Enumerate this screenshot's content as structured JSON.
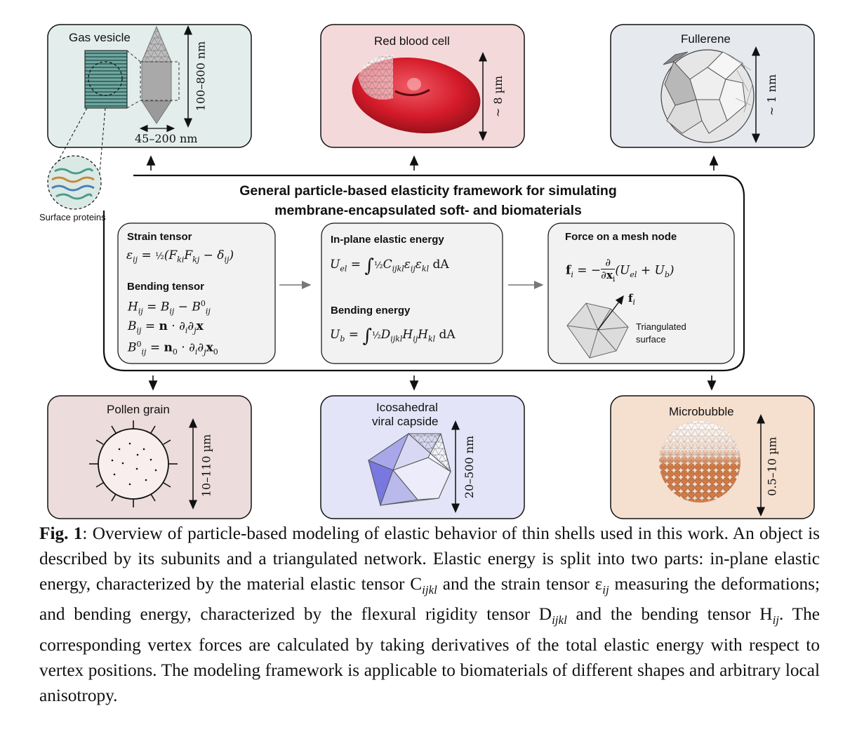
{
  "figure": {
    "center_title_line1": "General particle-based elasticity framework for simulating",
    "center_title_line2": "membrane-encapsulated soft- and biomaterials",
    "panels": {
      "gas_vesicle": {
        "title": "Gas vesicle",
        "height": "100–800 nm",
        "width": "45–200 nm",
        "inset_label": "Surface proteins"
      },
      "red_blood_cell": {
        "title": "Red blood cell",
        "size": "~ 8 µm"
      },
      "fullerene": {
        "title": "Fullerene",
        "size": "~ 1 nm"
      },
      "pollen_grain": {
        "title": "Pollen grain",
        "size": "10–110 µm"
      },
      "viral_capside": {
        "title_line1": "Icosahedral",
        "title_line2": "viral capside",
        "size": "20–500 nm"
      },
      "microbubble": {
        "title": "Microbubble",
        "size": "0.5–10 µm"
      }
    },
    "boxes": {
      "strain": {
        "title": "Strain tensor",
        "bending_title": "Bending tensor"
      },
      "energy": {
        "title": "In-plane elastic energy",
        "bending_title": "Bending energy"
      },
      "force": {
        "title": "Force on a mesh node",
        "surface_label_1": "Triangulated",
        "surface_label_2": "surface",
        "node_label": "f",
        "node_sub": "i"
      }
    },
    "colors": {
      "gas_vesicle_bg": "#e3eeec",
      "rbc_bg": "#f4d9da",
      "fullerene_bg": "#e6e9ee",
      "pollen_bg": "#ecdcdc",
      "capside_bg": "#e4e4f8",
      "microbubble_bg": "#f5dfcf",
      "box_bg": "#f2f2f2"
    }
  },
  "caption": {
    "label": "Fig. 1",
    "text": ": Overview of particle-based modeling of elastic behavior of thin shells used in this work. An object is described by its subunits and a triangulated network. Elastic energy is split into two parts: in-plane elastic energy, characterized by the material elastic tensor C",
    "t1": "ijkl",
    "t2": " and the strain tensor ε",
    "t3": "ij",
    "t4": " measuring the deformations; and bending energy, characterized by the flexural rigidity tensor D",
    "t5": "ijkl",
    "t6": " and the bending tensor H",
    "t7": "ij",
    "t8": ". The corresponding vertex forces are calculated by taking derivatives of the total elastic energy with respect to vertex positions. The modeling framework is applicable to biomaterials of different shapes and arbitrary local anisotropy."
  }
}
